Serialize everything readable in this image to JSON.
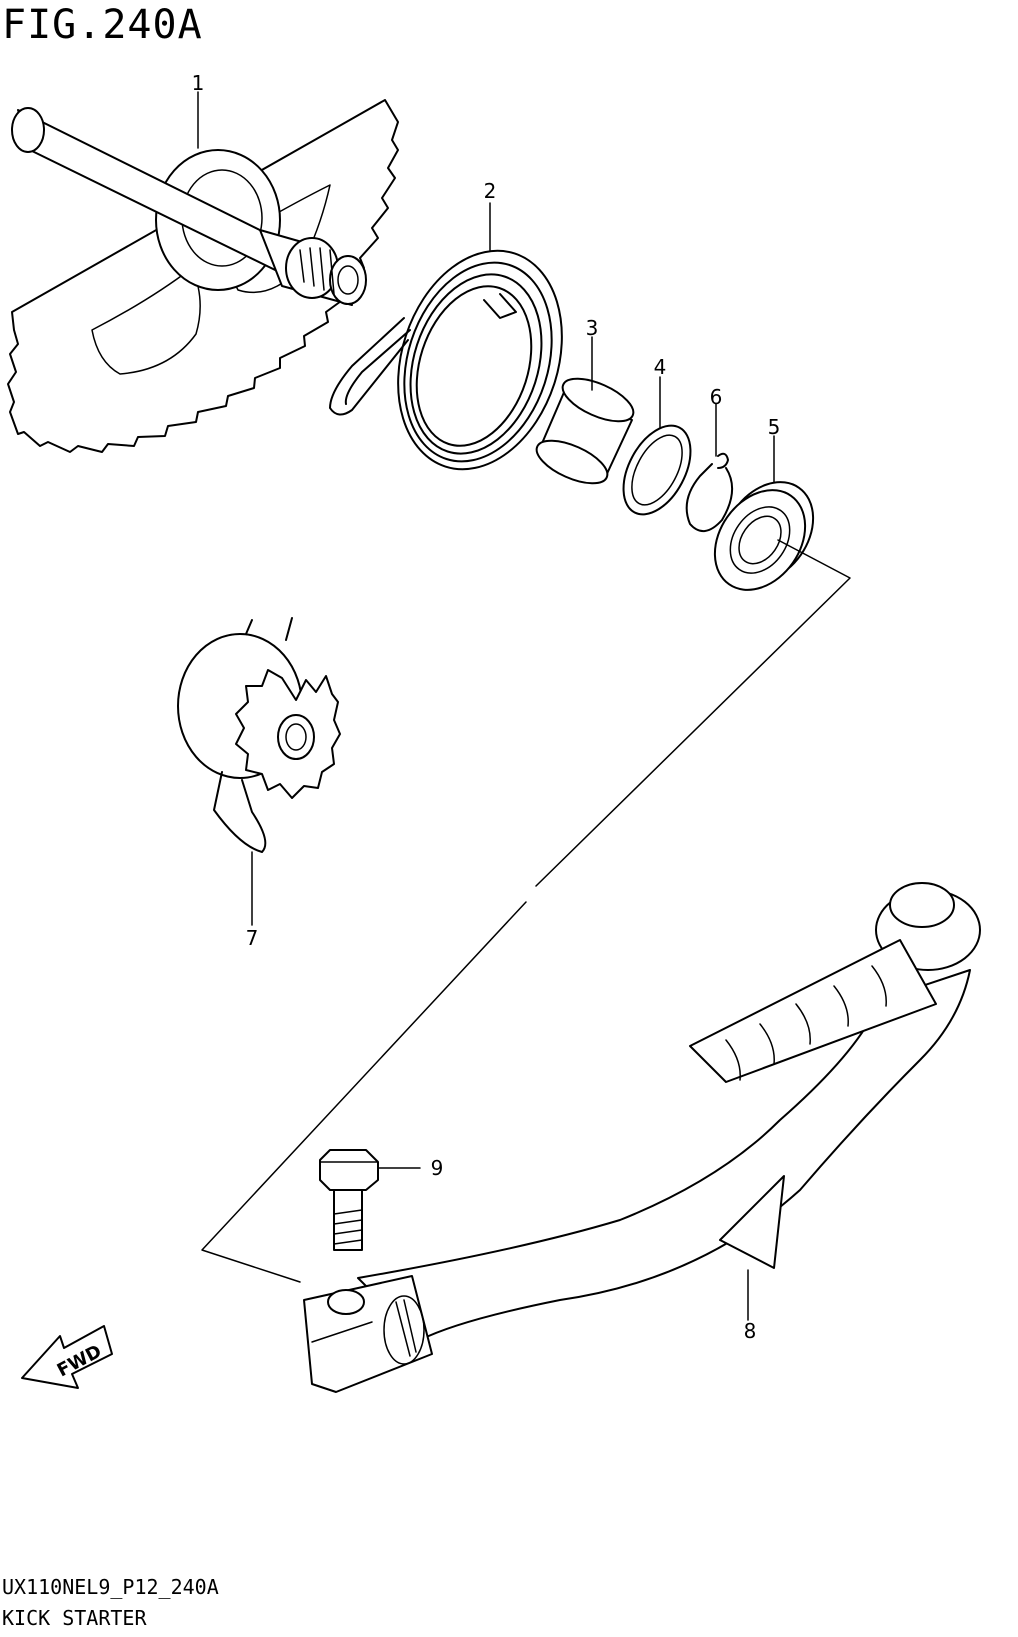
{
  "figure": {
    "title": "FIG.240A",
    "code": "UX110NEL9_P12_240A",
    "name": "KICK STARTER"
  },
  "callouts": [
    {
      "id": "1",
      "label": "1",
      "part": "kick-starter-shaft-gear"
    },
    {
      "id": "2",
      "label": "2",
      "part": "return-spring"
    },
    {
      "id": "3",
      "label": "3",
      "part": "spacer"
    },
    {
      "id": "4",
      "label": "4",
      "part": "washer"
    },
    {
      "id": "5",
      "label": "5",
      "part": "oil-seal"
    },
    {
      "id": "6",
      "label": "6",
      "part": "circlip"
    },
    {
      "id": "7",
      "label": "7",
      "part": "idle-gear"
    },
    {
      "id": "8",
      "label": "8",
      "part": "kick-starter-lever"
    },
    {
      "id": "9",
      "label": "9",
      "part": "bolt"
    }
  ],
  "direction_badge": {
    "label": "FWD"
  }
}
